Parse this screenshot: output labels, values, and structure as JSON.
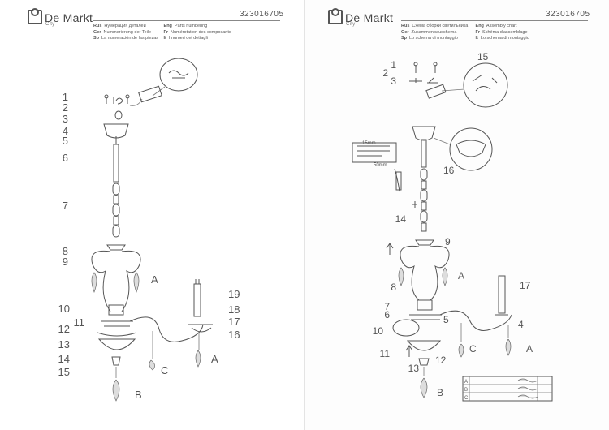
{
  "brand": {
    "name": "De Markt",
    "city": "City"
  },
  "product_code": "323016705",
  "left_page": {
    "titles": [
      {
        "lang": "Rus",
        "text": "Нумерация деталей"
      },
      {
        "lang": "Ger",
        "text": "Nummerierung der Teile"
      },
      {
        "lang": "Sp",
        "text": "La numeración de las piezas"
      },
      {
        "lang": "Eng",
        "text": "Parts numbering"
      },
      {
        "lang": "Fr",
        "text": "Numérotation des composants"
      },
      {
        "lang": "It",
        "text": "I numeri dei dettagli"
      }
    ],
    "part_labels": [
      "1",
      "2",
      "3",
      "4",
      "5",
      "6",
      "7",
      "8",
      "9",
      "10",
      "11",
      "12",
      "13",
      "14",
      "15",
      "16",
      "17",
      "18",
      "19"
    ],
    "crystal_labels": [
      "A",
      "A",
      "B",
      "C"
    ]
  },
  "right_page": {
    "titles": [
      {
        "lang": "Rus",
        "text": "Схема сборки светильника"
      },
      {
        "lang": "Ger",
        "text": "Zusammenbauschema"
      },
      {
        "lang": "Sp",
        "text": "Lo schema di montaggio"
      },
      {
        "lang": "Eng",
        "text": "Assembly chart"
      },
      {
        "lang": "Fr",
        "text": "Schéma d'assemblage"
      },
      {
        "lang": "It",
        "text": "Lo schema di montaggio"
      }
    ],
    "step_labels": [
      "1",
      "2",
      "3",
      "4",
      "5",
      "6",
      "7",
      "8",
      "9",
      "10",
      "11",
      "12",
      "13",
      "14",
      "15",
      "16",
      "17"
    ],
    "crystal_labels": [
      "A",
      "A",
      "B",
      "C"
    ],
    "dimensions": [
      "15mm",
      "50mm"
    ],
    "legend_rows": [
      "A",
      "B",
      "C"
    ]
  }
}
